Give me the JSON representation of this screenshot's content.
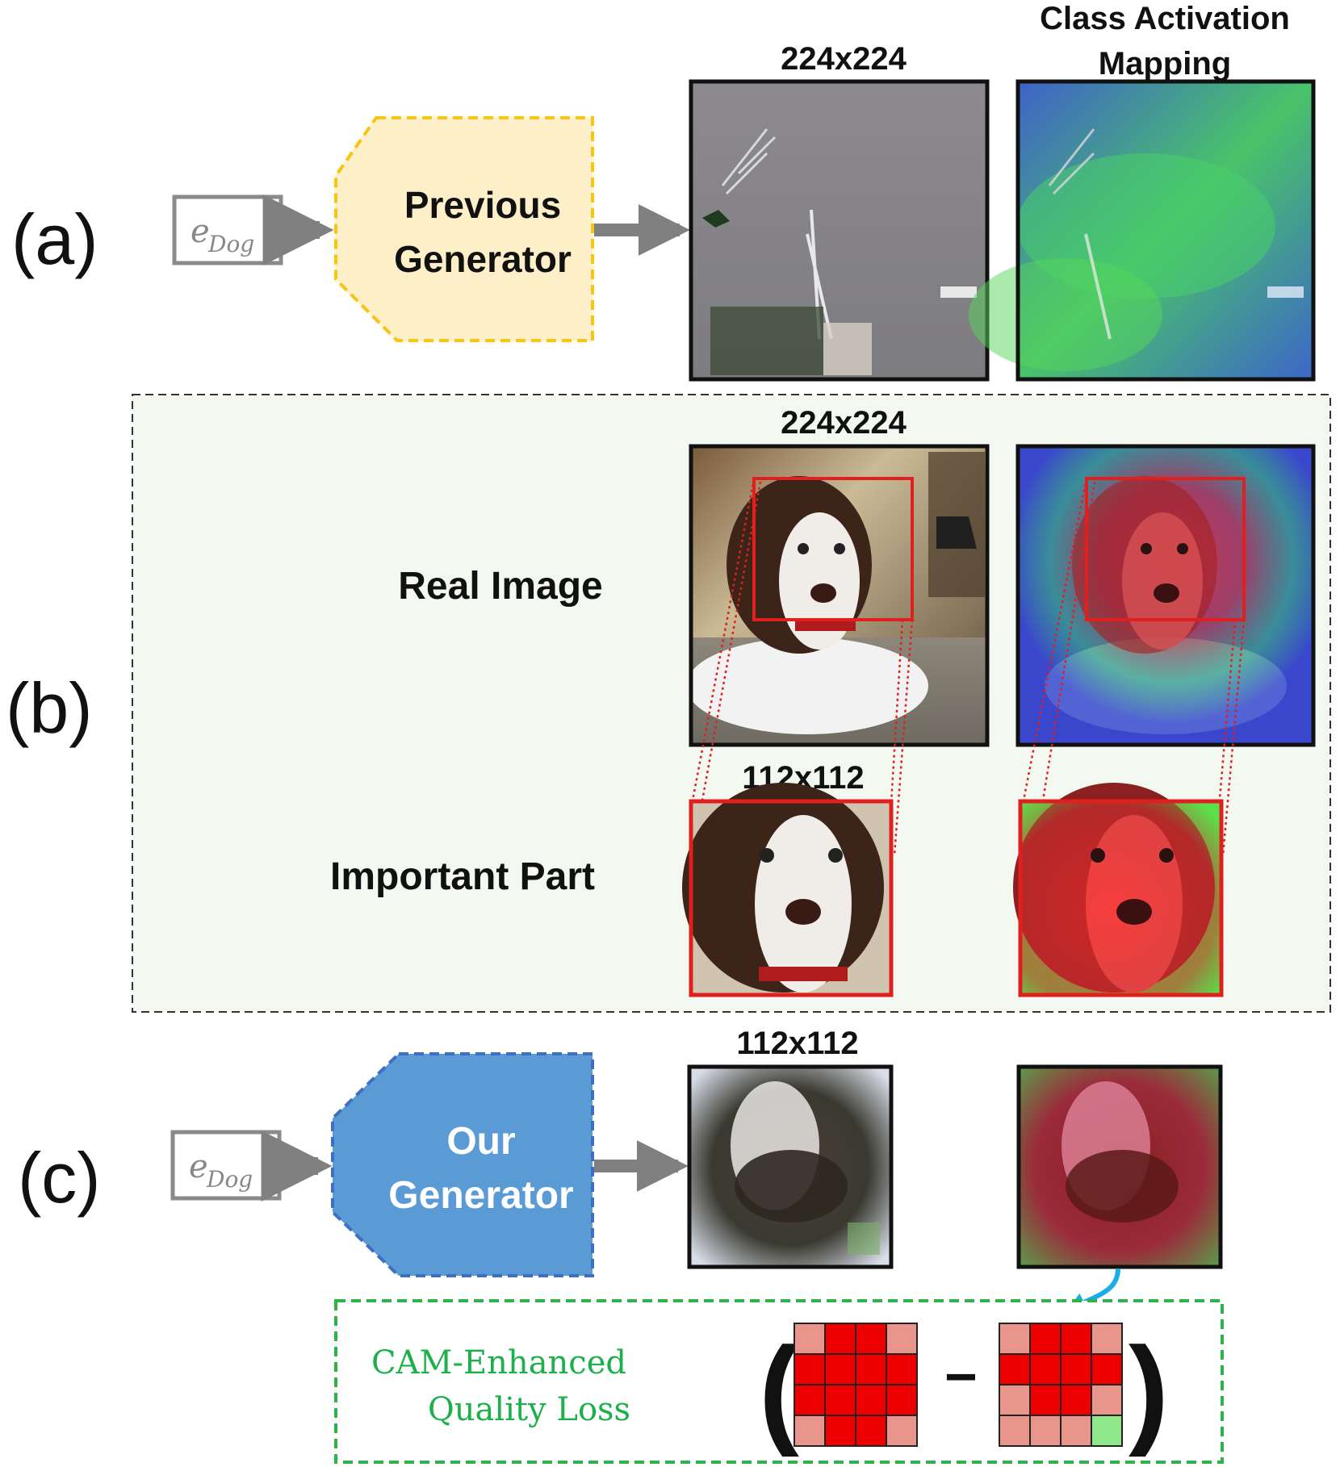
{
  "sections": {
    "a_label": "(a)",
    "b_label": "(b)",
    "c_label": "(c)"
  },
  "input": {
    "symbol": "e",
    "subscript": "Dog"
  },
  "generators": {
    "previous_line1": "Previous",
    "previous_line2": "Generator",
    "ours_line1": "Our",
    "ours_line2": "Generator"
  },
  "headers": {
    "a_size": "224x224",
    "cam_line1": "Class Activation",
    "cam_line2": "Mapping",
    "b_size": "224x224",
    "b_crop_size": "112x112",
    "c_size": "112x112"
  },
  "rows": {
    "real_image": "Real Image",
    "important_part": "Important Part"
  },
  "loss": {
    "line1": "CAM-Enhanced",
    "line2": "Quality Loss",
    "open_paren": "(",
    "minus": "−",
    "close_paren": ")"
  },
  "colors": {
    "previous_fill": "#fdf0c8",
    "previous_border": "#f5c518",
    "ours_fill": "#5b9bd5",
    "ours_border": "#3f6fc2",
    "panel_bg": "#f3f8f0",
    "crop_red": "#e0201e",
    "grid_red": "#ee0000",
    "grid_pink": "#e8968c",
    "grid_green": "#8fe88a",
    "loss_border": "#2db34a",
    "curve_blue": "#1aaee8"
  },
  "grids": {
    "left": [
      [
        "p",
        "r",
        "r",
        "p"
      ],
      [
        "r",
        "r",
        "r",
        "r"
      ],
      [
        "r",
        "r",
        "r",
        "r"
      ],
      [
        "p",
        "r",
        "r",
        "p"
      ]
    ],
    "right": [
      [
        "p",
        "r",
        "r",
        "p"
      ],
      [
        "r",
        "r",
        "r",
        "r"
      ],
      [
        "p",
        "r",
        "r",
        "p"
      ],
      [
        "p",
        "p",
        "p",
        "g"
      ]
    ]
  }
}
